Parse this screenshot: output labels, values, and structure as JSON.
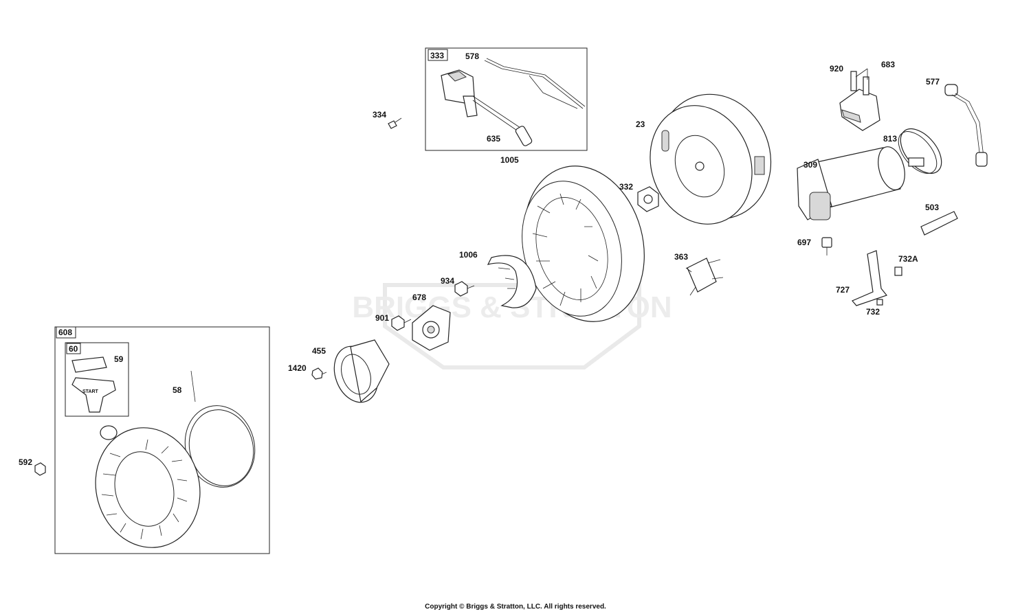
{
  "diagram": {
    "watermark": "BRIGGS & STRATTON",
    "copyright": "Copyright © Briggs & Stratton, LLC. All rights reserved.",
    "boxes": {
      "b333": "333",
      "b608": "608",
      "b60": "60"
    },
    "parts": {
      "p578": "578",
      "p334": "334",
      "p635": "635",
      "p23": "23",
      "p920": "920",
      "p683": "683",
      "p577": "577",
      "p813": "813",
      "p309": "309",
      "p1005": "1005",
      "p332": "332",
      "p503": "503",
      "p697": "697",
      "p1006": "1006",
      "p363": "363",
      "p732A": "732A",
      "p934": "934",
      "p678": "678",
      "p727": "727",
      "p732": "732",
      "p901": "901",
      "p455": "455",
      "p1420": "1420",
      "p59": "59",
      "p58": "58",
      "p592": "592",
      "start_text": "START"
    }
  }
}
